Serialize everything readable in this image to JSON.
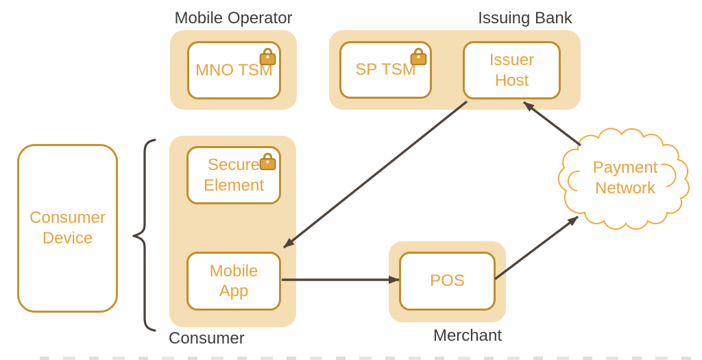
{
  "groups": {
    "mobile_operator": {
      "label": "Mobile Operator"
    },
    "issuing_bank": {
      "label": "Issuing Bank"
    },
    "consumer": {
      "label": "Consumer"
    },
    "merchant": {
      "label": "Merchant"
    }
  },
  "nodes": {
    "mno_tsm": {
      "label": "MNO TSM",
      "locked": true
    },
    "sp_tsm": {
      "label": "SP TSM",
      "locked": true
    },
    "issuer_host": {
      "label": "Issuer Host",
      "locked": false
    },
    "secure_element": {
      "label": "Secure Element",
      "locked": true
    },
    "mobile_app": {
      "label": "Mobile App",
      "locked": false
    },
    "pos": {
      "label": "POS",
      "locked": false
    },
    "consumer_device": {
      "label": "Consumer Device"
    },
    "payment_network": {
      "label": "Payment Network"
    }
  },
  "connections": [
    {
      "from": "issuer_host",
      "to": "mobile_app"
    },
    {
      "from": "mobile_app",
      "to": "pos"
    },
    {
      "from": "pos",
      "to": "payment_network"
    },
    {
      "from": "payment_network",
      "to": "issuer_host"
    }
  ],
  "icons": {
    "lock": "lock-icon",
    "cloud": "cloud-shape",
    "brace": "left-curly-brace"
  },
  "colors": {
    "container_fill": "#F6DEB4",
    "node_border": "#BE8E2D",
    "node_text": "#E8A33C",
    "group_label_text": "#3D3D3D",
    "arrow": "#4F453D",
    "lock_fill": "#E2A33C",
    "lock_outline": "#A87C22",
    "cloud_outline": "#F2A93B"
  }
}
